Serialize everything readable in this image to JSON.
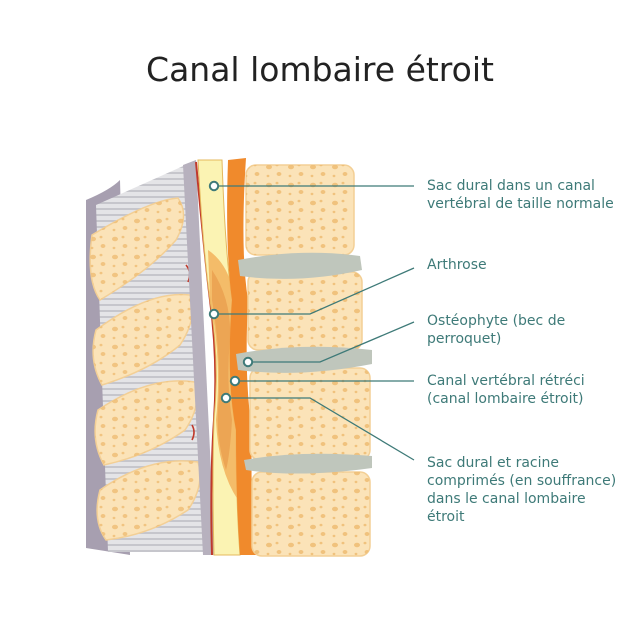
{
  "title": "Canal lombaire étroit",
  "labels": [
    "Sac dural dans un canal vertébral de taille normale",
    "Arthrose",
    "Ostéophyte (bec de perroquet)",
    "Canal vertébral rétréci (canal lombaire étroit)",
    "Sac dural et racine comprimés (en souffrance) dans le canal lombaire étroit"
  ],
  "colors": {
    "accent": "#3e7a78",
    "bone": "#fbe3b8",
    "bone_spots": "#eebc73",
    "disc": "#bfc6bc",
    "dural_sac": "#fbf3b3",
    "ligament": "#f08a2c",
    "nerve": "#c0392b"
  }
}
